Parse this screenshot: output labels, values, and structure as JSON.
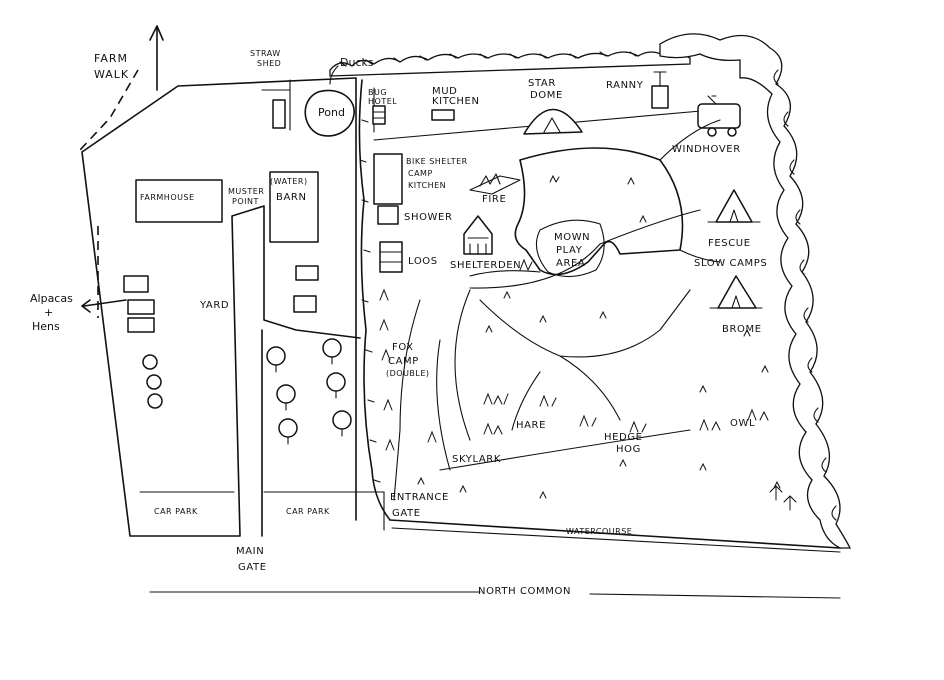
{
  "labels": {
    "farm_walk_1": "FARM",
    "farm_walk_2": "WALK",
    "straw_shed_1": "STRAW",
    "straw_shed_2": "SHED",
    "ducks": "Ducks",
    "pond": "Pond",
    "bug_hotel_1": "BUG",
    "bug_hotel_2": "HOTEL",
    "mud_kitchen_1": "MUD",
    "mud_kitchen_2": "KITCHEN",
    "star_dome_1": "STAR",
    "star_dome_2": "DOME",
    "ranny": "RANNY",
    "windhover": "WINDHOVER",
    "farmhouse": "FARMHOUSE",
    "muster_point_1": "MUSTER",
    "muster_point_2": "POINT",
    "water": "(WATER)",
    "barn": "BARN",
    "bike_shelter": "BIKE SHELTER",
    "camp_kitchen_1": "CAMP",
    "camp_kitchen_2": "KITCHEN",
    "fire": "FIRE",
    "shower": "SHOWER",
    "loos": "LOOS",
    "shelter_den": "SHELTERDEN",
    "mown_1": "MOWN",
    "mown_2": "PLAY",
    "mown_3": "AREA",
    "fescue": "FESCUE",
    "slow_camps": "SLOW CAMPS",
    "brome": "BROME",
    "alpacas_1": "Alpacas",
    "alpacas_2": "+",
    "alpacas_3": "Hens",
    "yard": "YARD",
    "fox_camp_1": "FOX",
    "fox_camp_2": "CAMP",
    "fox_camp_3": "(DOUBLE)",
    "hare": "HARE",
    "hedgehog_1": "HEDGE",
    "hedgehog_2": "HOG",
    "owl": "OWL",
    "skylark": "SKYLARK",
    "car_park_1": "CAR PARK",
    "car_park_2": "CAR PARK",
    "entrance_gate_1": "ENTRANCE",
    "entrance_gate_2": "GATE",
    "watercourse": "WATERCOURSE",
    "main_gate_1": "MAIN",
    "main_gate_2": "GATE",
    "north_common": "NORTH COMMON"
  },
  "colors": {
    "ink": "#111111",
    "paper": "#ffffff"
  }
}
